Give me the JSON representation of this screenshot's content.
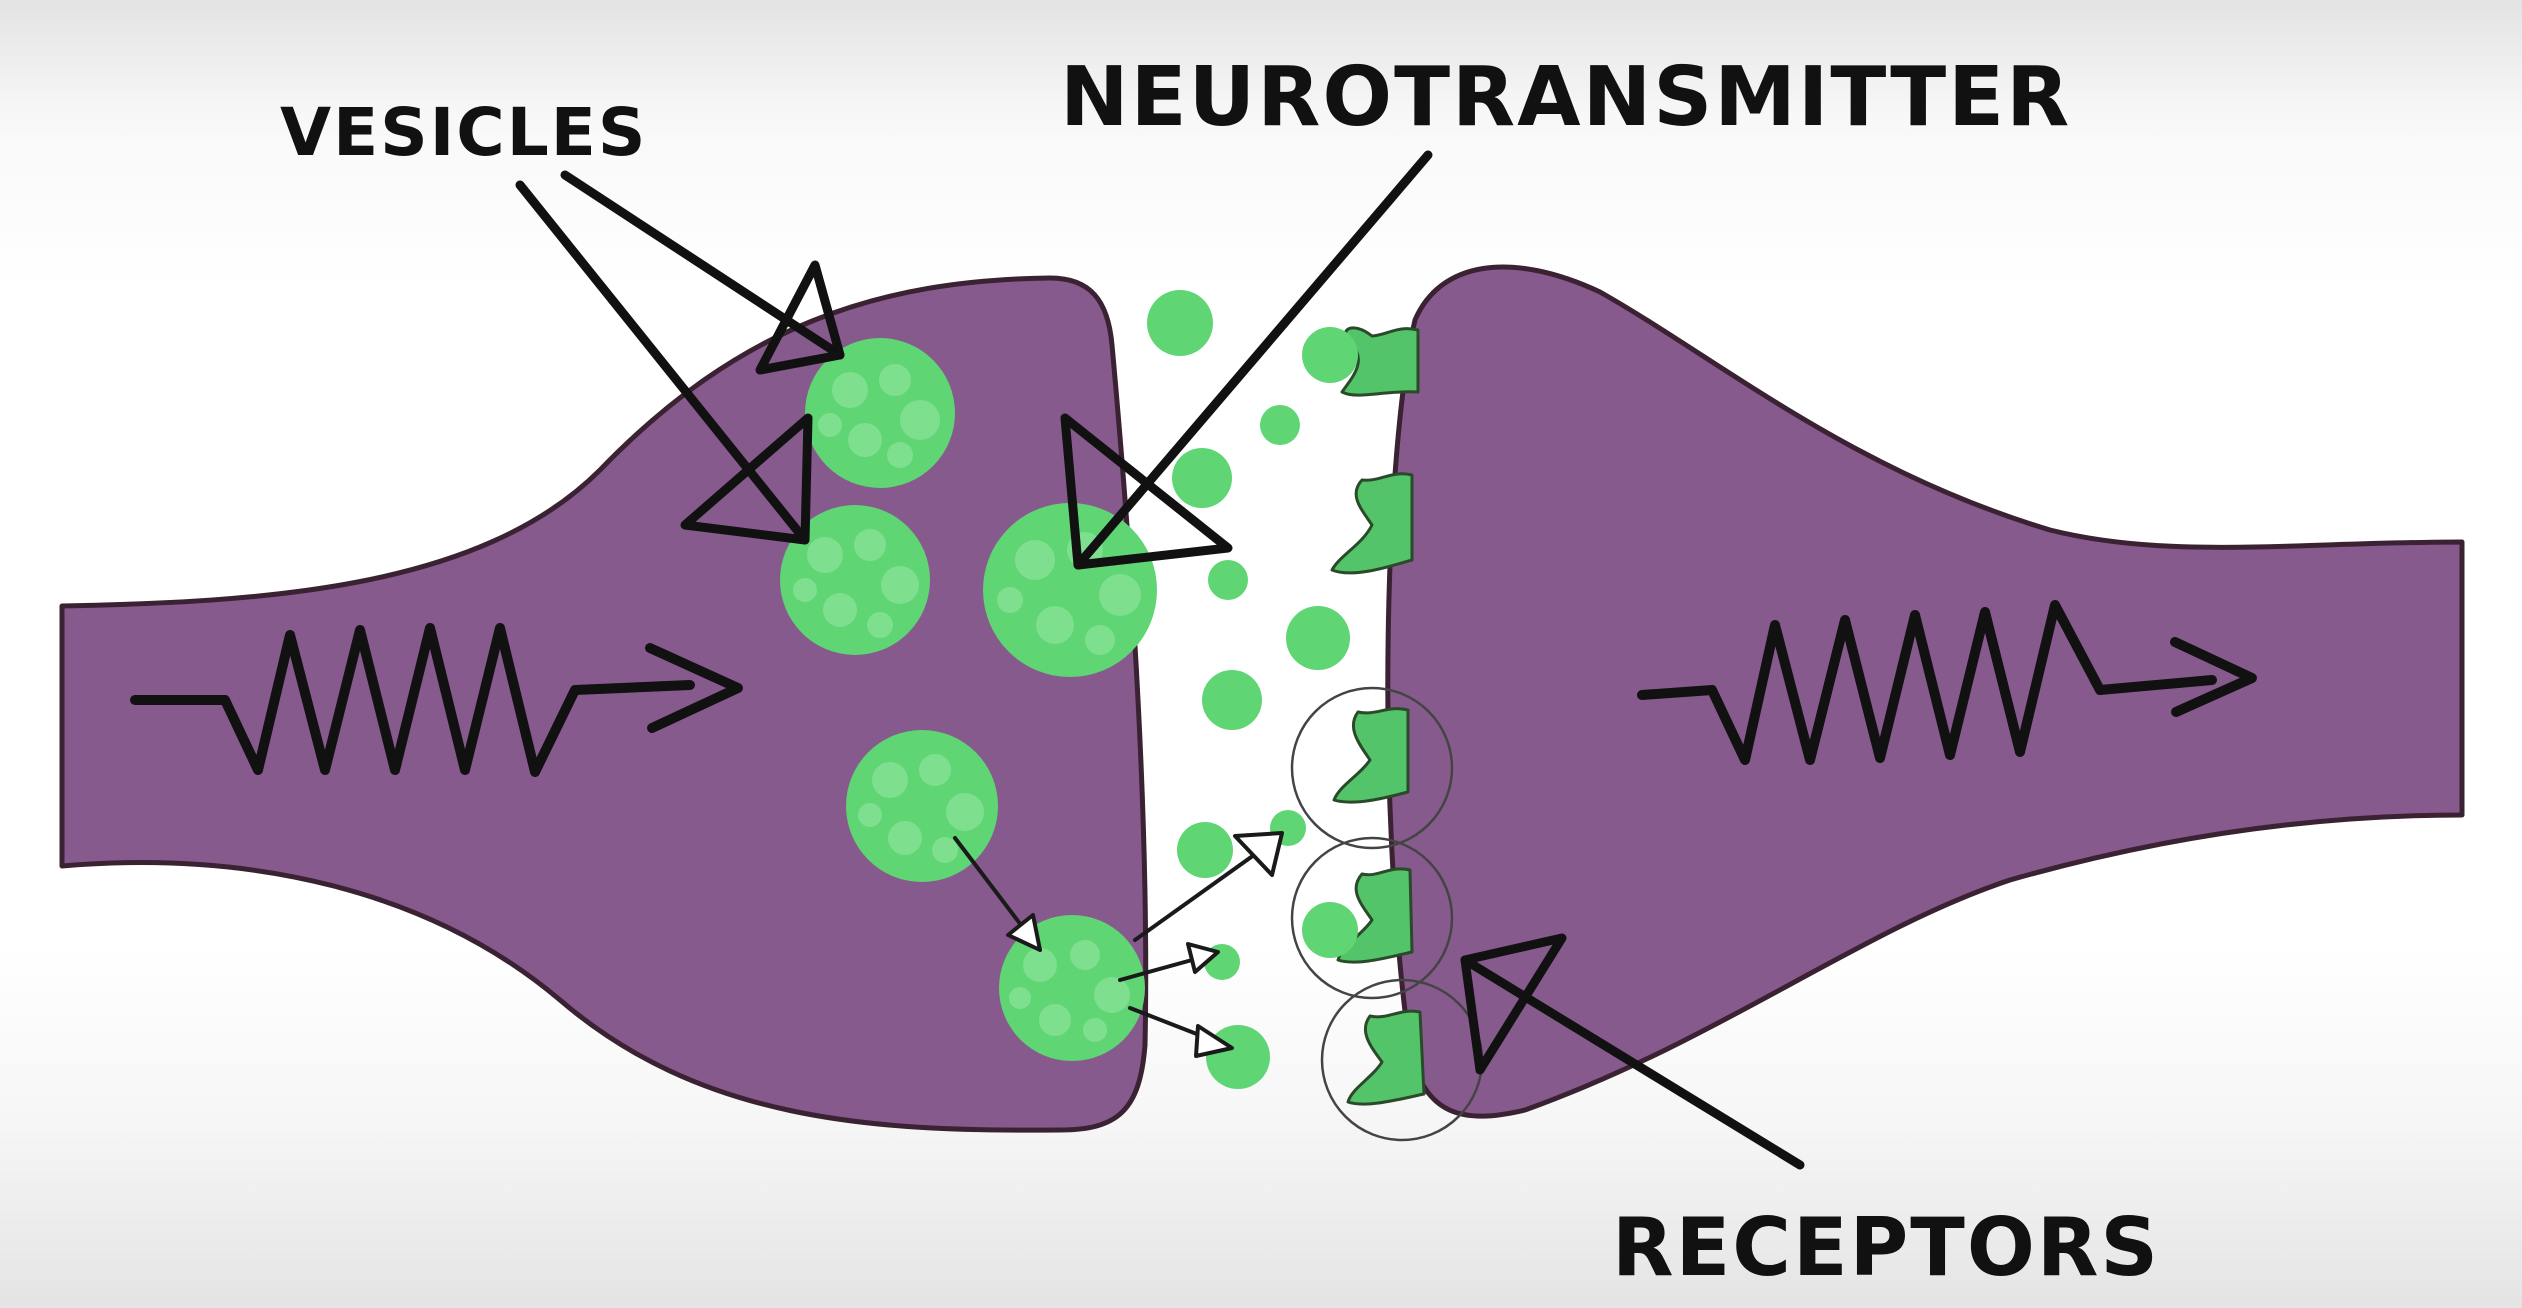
{
  "labels": {
    "vesicles": "VESICLES",
    "neurotransmitter": "NEUROTRANSMITTER",
    "receptors": "RECEPTORS"
  },
  "colors": {
    "neuron_fill": "#875a8d",
    "neuron_outline": "#3a2232",
    "vesicle_green": "#5fd574",
    "vesicle_bubble": "#7ee08f",
    "receptor_green": "#53c46a",
    "ink": "#111111",
    "background": "#ffffff"
  },
  "icons": {
    "impulse_left": "zigzag-arrow-icon",
    "impulse_right": "zigzag-arrow-icon"
  }
}
